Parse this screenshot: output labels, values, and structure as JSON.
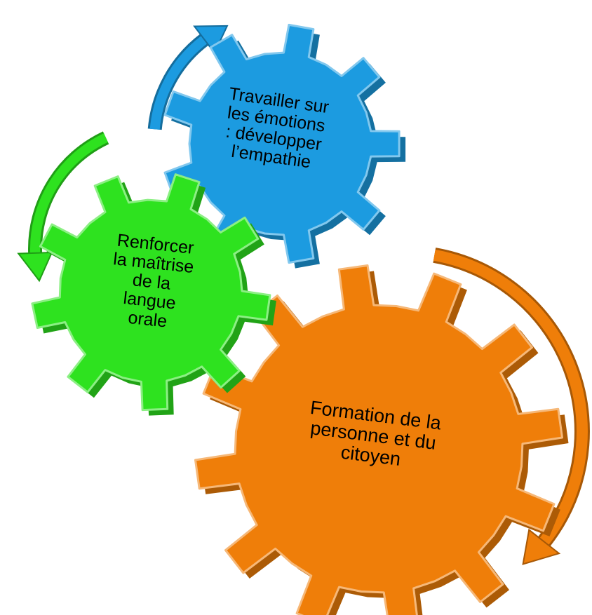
{
  "diagram": {
    "colors": {
      "blue": "#1c9be0",
      "green": "#2ee21f",
      "orange": "#ef7e09",
      "text": "#000000"
    },
    "gears": [
      {
        "id": "blue",
        "color_key": "blue",
        "lines": [
          "Travailler sur",
          "les émotions",
          ": développer",
          "l’empathie"
        ]
      },
      {
        "id": "green",
        "color_key": "green",
        "lines": [
          "Renforcer",
          "la maîtrise",
          "de la",
          "langue",
          "orale"
        ]
      },
      {
        "id": "orange",
        "color_key": "orange",
        "lines": [
          "Formation de la",
          "personne et du",
          "citoyen"
        ]
      }
    ]
  }
}
